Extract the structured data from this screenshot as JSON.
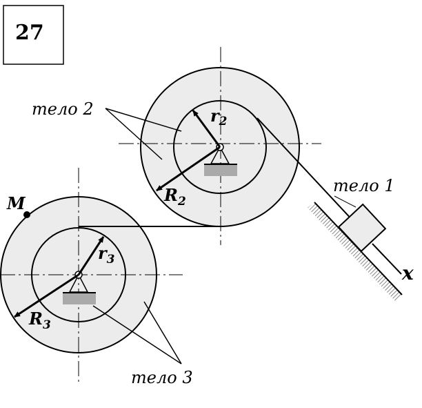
{
  "problem_number": "27",
  "labels": {
    "body1": "тело 1",
    "body2": "тело 2",
    "body3": "тело 3",
    "point": "M",
    "axis": "x",
    "r2_main": "r",
    "r2_sub": "2",
    "R2_main": "R",
    "R2_sub": "2",
    "r3_main": "r",
    "r3_sub": "3",
    "R3_main": "R",
    "R3_sub": "3"
  },
  "colors": {
    "fill": "#ececec",
    "line": "#000000",
    "hatch": "#888888",
    "support_base": "#aaaaaa"
  }
}
